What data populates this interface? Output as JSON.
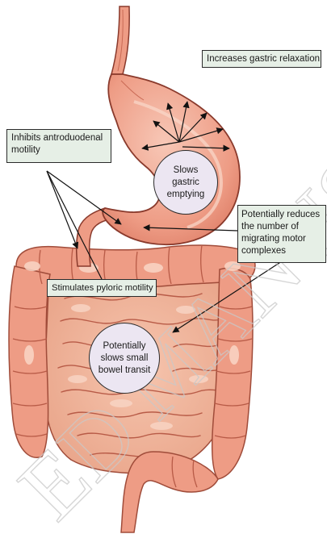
{
  "labels": {
    "gastric_relaxation": "Increases gastric relaxation",
    "antroduodenal": "Inhibits antroduodenal motility",
    "migrating": "Potentially reduces the number of migrating motor complexes",
    "pyloric": "Stimulates pyloric motility"
  },
  "bubbles": {
    "gastric_emptying": "Slows gastric emptying",
    "bowel_transit": "Potentially slows small bowel transit"
  },
  "watermark": "ED MANUSCRIPT",
  "colors": {
    "label_fill": "#e6efe6",
    "bubble_fill": "#ece6f2",
    "organ": "#ec9a86",
    "organ_outline": "#8a3a2c",
    "arrow": "#111111"
  }
}
